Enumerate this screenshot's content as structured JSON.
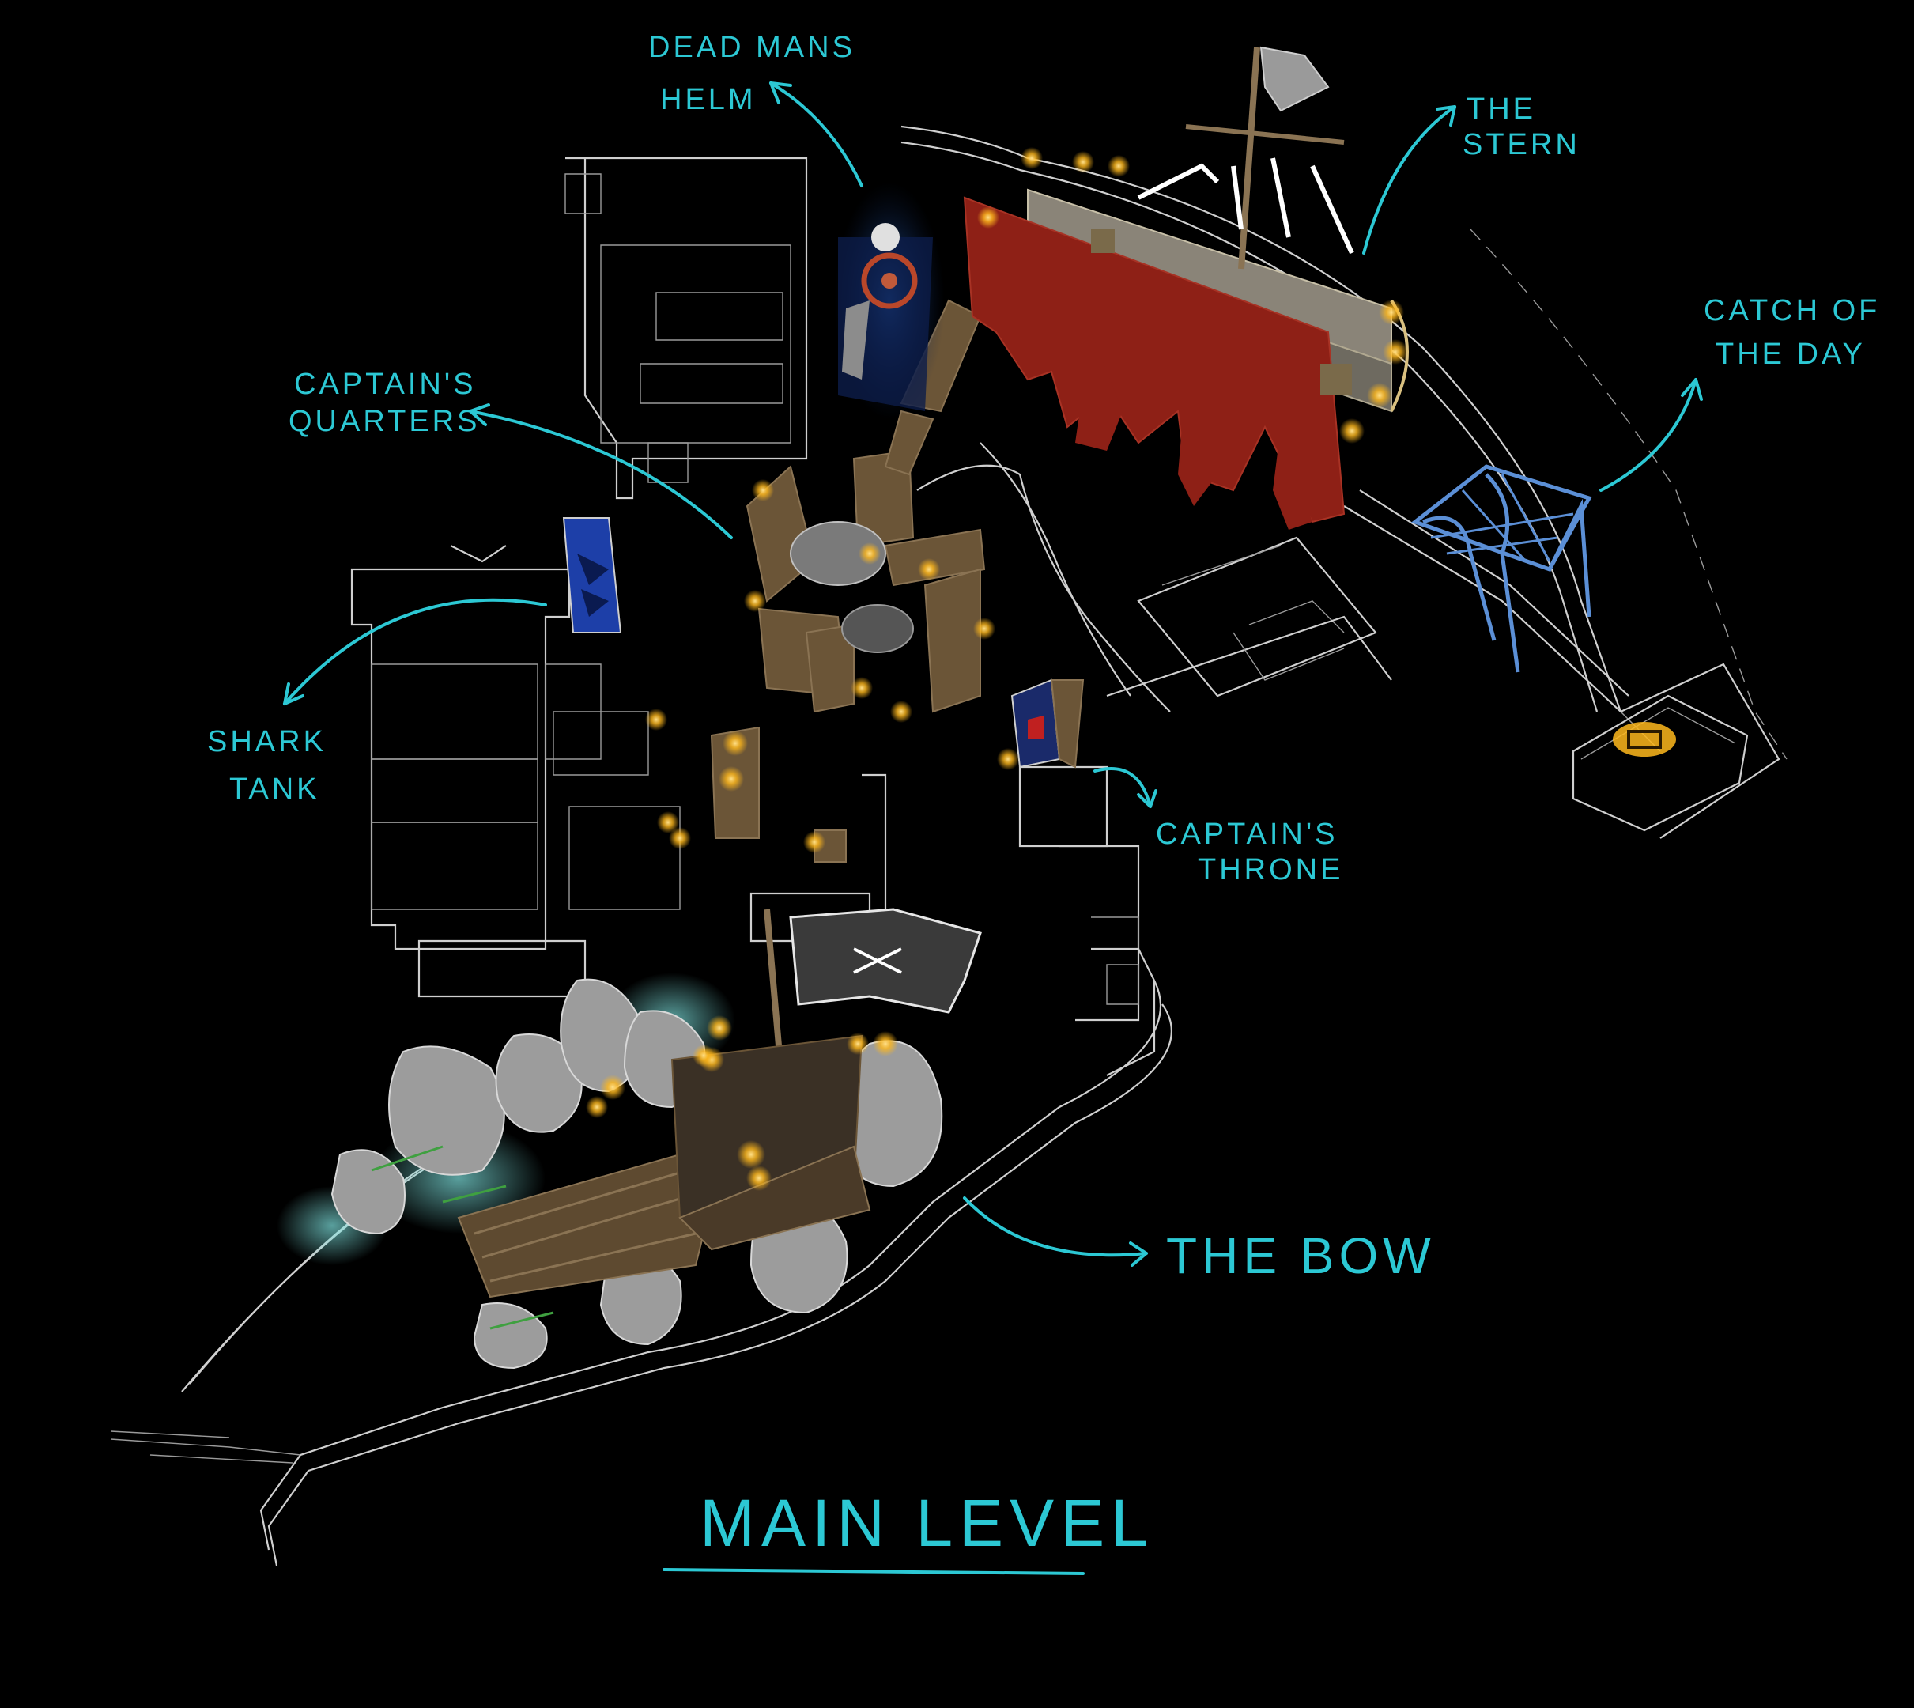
{
  "title": "MAIN LEVEL",
  "labels": {
    "dead_mans_helm_line1": "DEAD MANS",
    "dead_mans_helm_line2": "HELM",
    "the_stern_line1": "THE",
    "the_stern_line2": "STERN",
    "catch_of_the_day_line1": "CATCH OF",
    "catch_of_the_day_line2": "THE DAY",
    "captains_quarters_line1": "CAPTAIN'S",
    "captains_quarters_line2": "QUARTERS",
    "shark_tank_line1": "SHARK",
    "shark_tank_line2": "TANK",
    "captains_throne_line1": "CAPTAIN'S",
    "captains_throne_line2": "THRONE",
    "the_bow": "THE BOW"
  },
  "colors": {
    "background": "#000000",
    "annotation": "#2cc8d4",
    "sail_red": "#8e2016",
    "net_blue": "#5b8fd6",
    "tank_blue": "#1d3fa8",
    "light": "#ffc640",
    "wood": "#6b5537",
    "rock": "#9c9c9c"
  }
}
